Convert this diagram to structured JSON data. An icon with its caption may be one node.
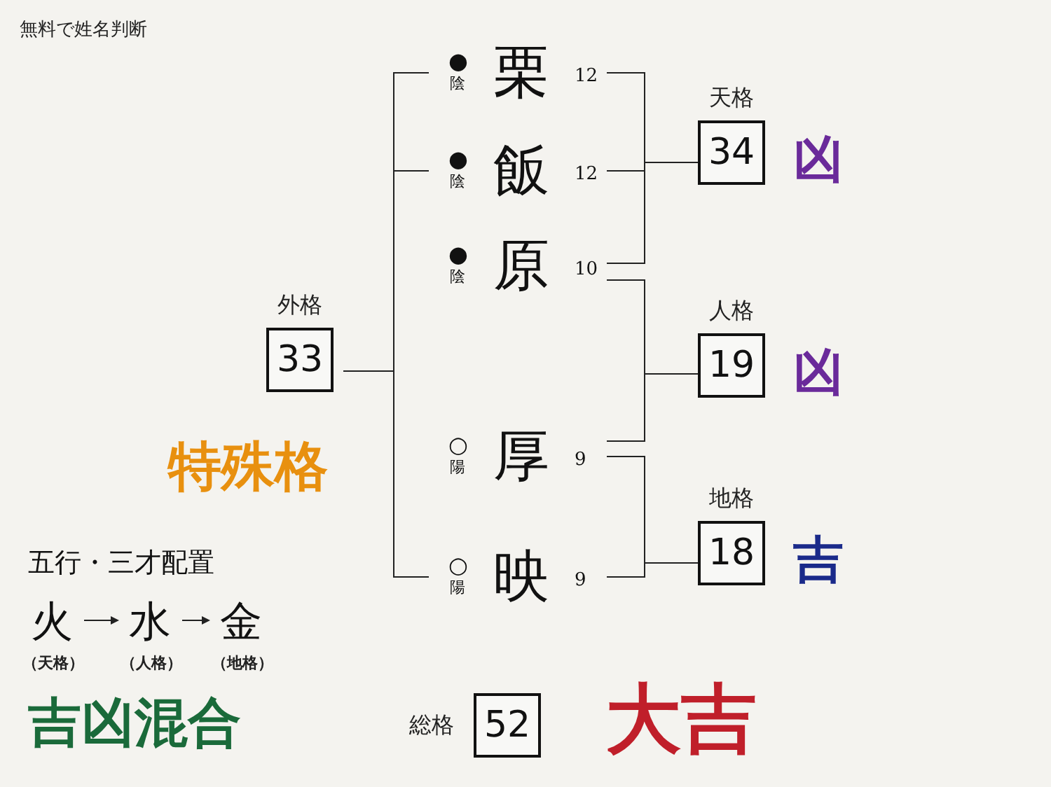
{
  "diagram": {
    "title": "無料で姓名判断",
    "nodes": [
      {
        "text": [
          "天格",
          "34"
        ],
        "beside": [
          "凶"
        ]
      },
      {
        "text": [
          "人格",
          "19"
        ],
        "beside": [
          "凶"
        ]
      },
      {
        "text": [
          "地格",
          "18"
        ],
        "beside": [
          "吉"
        ]
      },
      {
        "text": [
          "外格",
          "33"
        ]
      },
      {
        "text": [
          "総格",
          "52"
        ],
        "beside": [
          "大吉"
        ]
      },
      {
        "text": [
          "火"
        ],
        "beside": [
          "（天格）"
        ]
      },
      {
        "text": [
          "水"
        ],
        "beside": [
          "（人格）"
        ]
      },
      {
        "text": [
          "金"
        ],
        "beside": [
          "（地格）"
        ]
      }
    ],
    "edges": [
      {
        "from": 5,
        "to": 6,
        "arrow": "to"
      },
      {
        "from": 6,
        "to": 7,
        "arrow": "to"
      }
    ],
    "labels": [
      "●",
      "陰",
      "栗",
      "12",
      "●",
      "陰",
      "飯",
      "12",
      "●",
      "陰",
      "原",
      "10",
      "○",
      "陽",
      "厚",
      "9",
      "○",
      "陽",
      "映",
      "9",
      "特殊格",
      "五行・三才配置",
      "吉凶混合"
    ]
  }
}
